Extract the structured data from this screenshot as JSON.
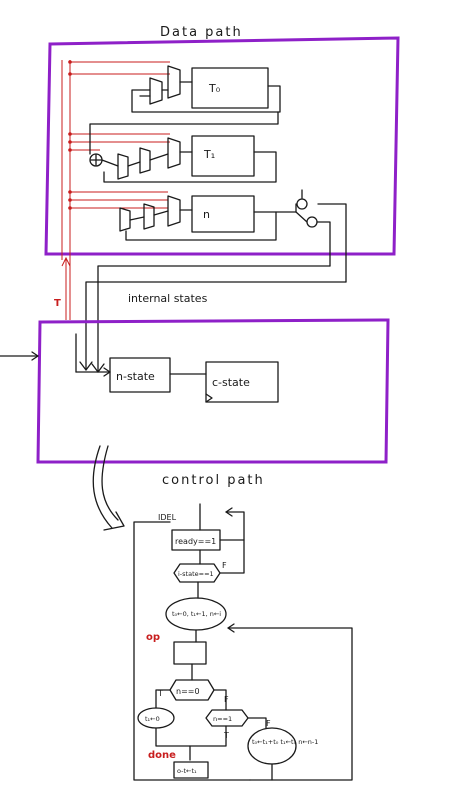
{
  "datapath": {
    "title": "Data path",
    "registers": [
      "T₀",
      "T₁",
      "n"
    ]
  },
  "internal_states_label": "internal states",
  "side_label": "T",
  "fsm": {
    "n_state": "n-state",
    "c_state": "c-state"
  },
  "control": {
    "title": "control path",
    "idle": "IDEL",
    "ready": "ready==1",
    "start_check": "i-state==1",
    "false_label": "F",
    "init": "t₀←0, t₁←1, n←i",
    "op_label": "op",
    "n_eq_0": "n==0",
    "n_eq_1": "n==1",
    "true_label": "T",
    "assign_t0": "t₁←0",
    "compute": "t₀←t₁+t₀ t₁←t₀ n←n-1",
    "done_label": "done",
    "done_box": "o-t←t₁"
  },
  "colors": {
    "ink": "#1a1a1a",
    "accent_purple": "#8e20c8",
    "accent_red": "#c81e1e"
  }
}
